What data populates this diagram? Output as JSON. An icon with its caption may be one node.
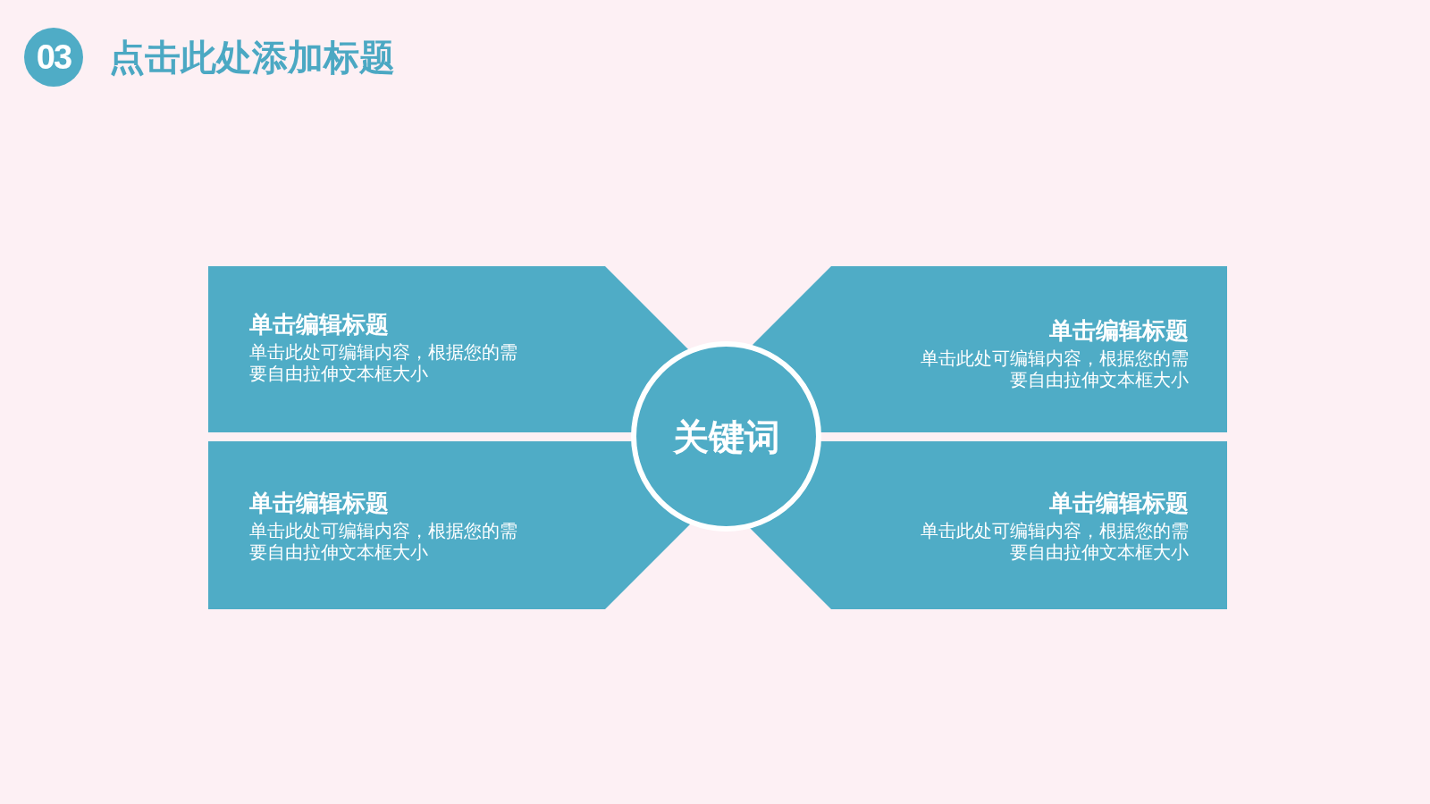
{
  "diagram": {
    "title": "点击此处添加标题",
    "nodes": [
      {
        "text": [
          "03"
        ]
      },
      {
        "text": [
          "单击编辑标题",
          "单击此处可编辑内容，根据您的需要自由拉伸文本框大小"
        ]
      },
      {
        "text": [
          "单击编辑标题",
          "单击此处可编辑内容，根据您的需要自由拉伸文本框大小"
        ]
      },
      {
        "text": [
          "关键词"
        ]
      },
      {
        "text": [
          "单击编辑标题",
          "单击此处可编辑内容，根据您的需要自由拉伸文本框大小"
        ]
      },
      {
        "text": [
          "单击编辑标题",
          "单击此处可编辑内容，根据您的需要自由拉伸文本框大小"
        ]
      }
    ]
  }
}
